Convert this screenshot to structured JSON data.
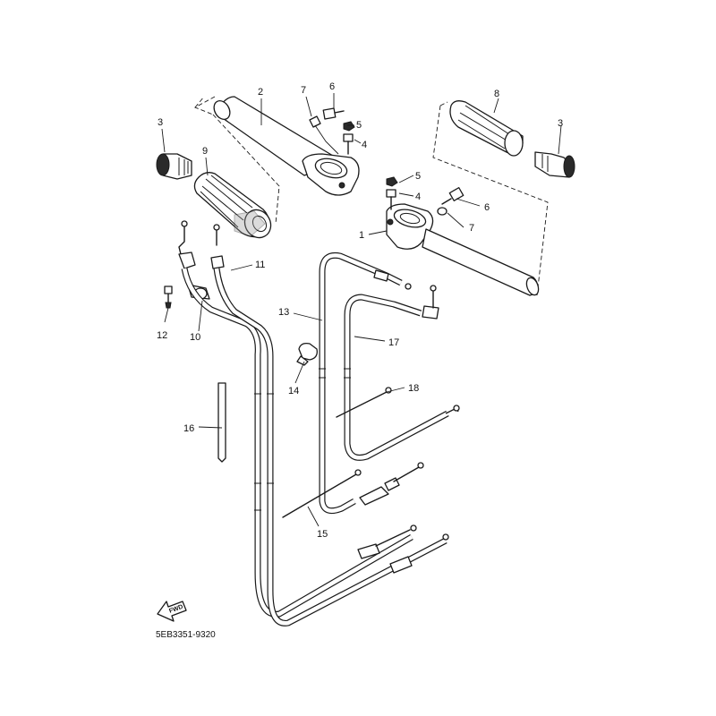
{
  "diagram": {
    "drawing_code": "5EB3351-9320",
    "direction_marker": "FWD",
    "callouts": {
      "p1": "1",
      "p2": "2",
      "p3_left": "3",
      "p3_right": "3",
      "p4_upper": "4",
      "p4_lower": "4",
      "p5_upper": "5",
      "p5_lower": "5",
      "p6_upper": "6",
      "p6_lower": "6",
      "p7_upper": "7",
      "p7_lower": "7",
      "p8": "8",
      "p9": "9",
      "p10": "10",
      "p11": "11",
      "p12": "12",
      "p13": "13",
      "p14": "14",
      "p15": "15",
      "p16": "16",
      "p17": "17",
      "p18": "18"
    }
  }
}
